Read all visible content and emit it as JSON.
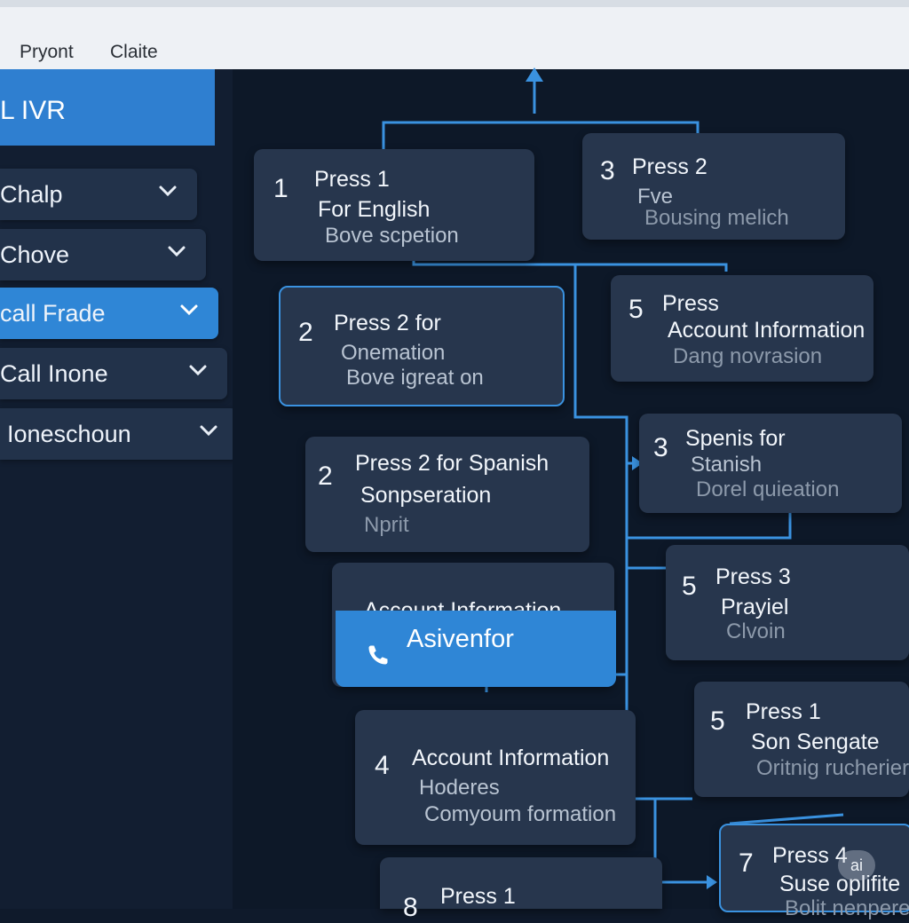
{
  "menu": {
    "items": [
      "Pryont",
      "Claite"
    ]
  },
  "sidebar": {
    "title": "L IVR",
    "items": [
      {
        "label": "Chalp"
      },
      {
        "label": "Chove"
      },
      {
        "label": "call Frade"
      },
      {
        "label": "Call Inone"
      },
      {
        "label": "Ioneschoun"
      }
    ]
  },
  "nodes": [
    {
      "num": "1",
      "line1": "Press 1",
      "line2": "For English",
      "line3": "Bove scpetion"
    },
    {
      "num": "3",
      "line1": "Press 2",
      "line2": "Fve",
      "line3": "Bousing melich"
    },
    {
      "num": "2",
      "line1": "Press 2 for",
      "line2": "Onemation",
      "line3": "Bove igreat on"
    },
    {
      "num": "5",
      "line1": "Press",
      "line2": "Account Information",
      "line3": "Dang novrasion"
    },
    {
      "num": "3",
      "line1": "Spenis for",
      "line2": "Stanish",
      "line3": "Dorel quieation"
    },
    {
      "num": "2",
      "line1": "Press 2 for Spanish",
      "line2": "Sonpseration",
      "line3": "Nprit"
    },
    {
      "num": "5",
      "line1": "Press 3",
      "line2": "Prayiel",
      "line3": "Clvoin"
    },
    {
      "num": "4",
      "line1": "Account Information",
      "line2": "Hoderes",
      "line3": "Comyoum formation"
    },
    {
      "num": "5",
      "line1": "Press 1",
      "line2": "Son Sengate",
      "line3": "Oritnig rucherier"
    },
    {
      "num": "7",
      "line1": "Press 4",
      "line2": "Suse oplifite",
      "line3": "Bolit nenpere"
    },
    {
      "num": "8",
      "line1": "Press 1"
    }
  ],
  "account_node": {
    "title": "Account Information",
    "action": "Asivenfor",
    "icon": "phone-icon"
  },
  "badge": "ai",
  "colors": {
    "accent": "#2f86d6",
    "wire": "#3a92e0",
    "node": "#27364d",
    "canvas": "#0d1828"
  }
}
